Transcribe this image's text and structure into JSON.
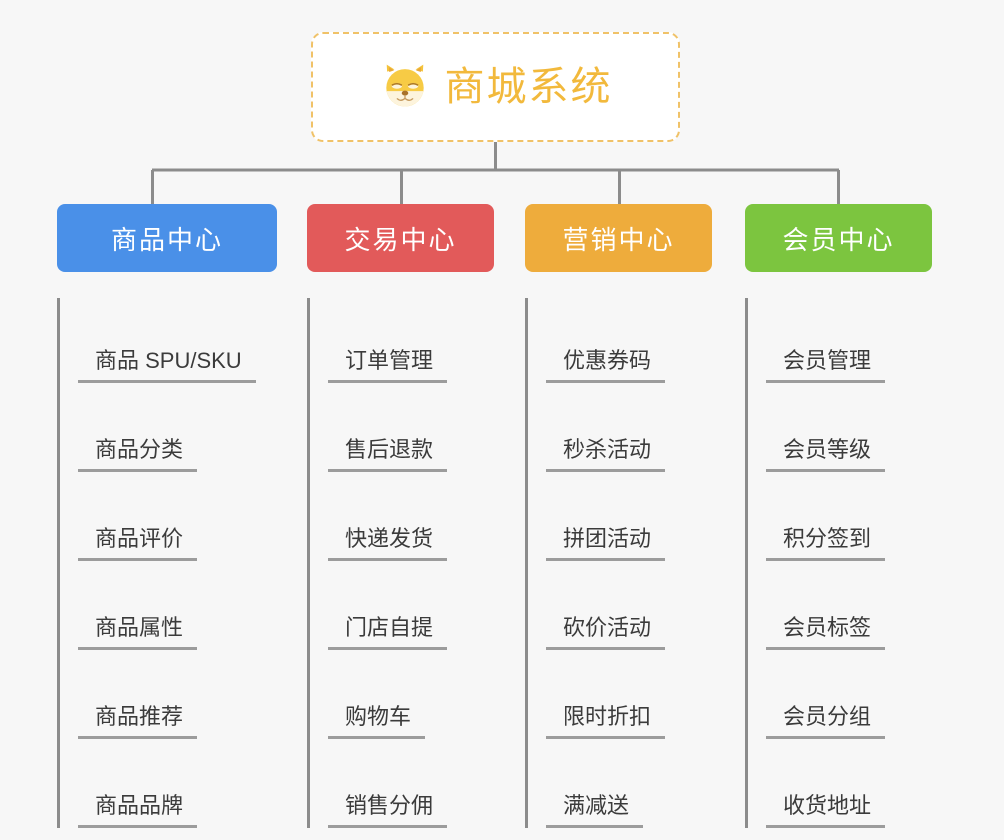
{
  "root": {
    "icon": "shiba-dog-face-emoji",
    "title": "商城系统",
    "border_color": "#f0c268",
    "text_color": "#f2b93c",
    "background": "#ffffff"
  },
  "canvas": {
    "background": "#f7f7f7",
    "connector_color": "#8c8c8c",
    "leaf_underline_color": "#9c9c9c",
    "leaf_text_color": "#3b3b3b"
  },
  "branches": [
    {
      "label": "商品中心",
      "color": "#4a90e8",
      "items": [
        "商品 SPU/SKU",
        "商品分类",
        "商品评价",
        "商品属性",
        "商品推荐",
        "商品品牌"
      ]
    },
    {
      "label": "交易中心",
      "color": "#e25a5a",
      "items": [
        "订单管理",
        "售后退款",
        "快递发货",
        "门店自提",
        "购物车",
        "销售分佣"
      ]
    },
    {
      "label": "营销中心",
      "color": "#eeac3c",
      "items": [
        "优惠券码",
        "秒杀活动",
        "拼团活动",
        "砍价活动",
        "限时折扣",
        "满减送"
      ]
    },
    {
      "label": "会员中心",
      "color": "#7dc martyr"
    }
  ]
}
